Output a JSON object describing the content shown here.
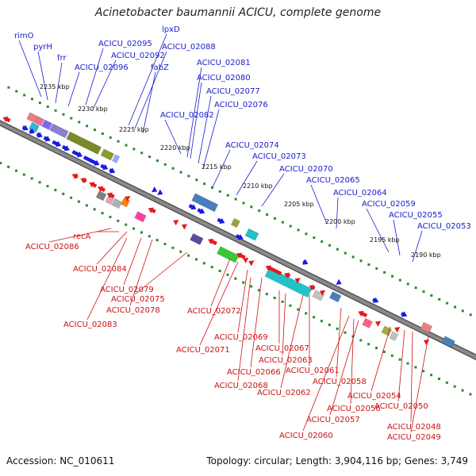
{
  "title": "Acinetobacter baumannii ACICU, complete genome",
  "footer": {
    "accession": "Accession: NC_010611",
    "summary": "Topology: circular; Length: 3,904,116 bp; Genes: 3,749"
  },
  "colors": {
    "top_label": "#1a1acc",
    "bottom_label": "#cc1111",
    "backbone": "#8a8a8a",
    "forward_arrow": "#1a1ae6",
    "reverse_arrow": "#e61a1a",
    "tick_dots": "#2a8a2a"
  },
  "scale_labels": [
    "2235 kbp",
    "2230 kbp",
    "2225 kbp",
    "2220 kbp",
    "2215 kbp",
    "2210 kbp",
    "2205 kbp",
    "2200 kbp",
    "2195 kbp",
    "2190 kbp"
  ],
  "top_genes": [
    "rimO",
    "pyrH",
    "frr",
    "ACICU_02095",
    "ACICU_02092",
    "ACICU_02096",
    "lpxD",
    "ACICU_02088",
    "fabZ",
    "ACICU_02081",
    "ACICU_02080",
    "ACICU_02077",
    "ACICU_02076",
    "ACICU_02082",
    "ACICU_02074",
    "ACICU_02073",
    "ACICU_02070",
    "ACICU_02065",
    "ACICU_02064",
    "ACICU_02059",
    "ACICU_02055",
    "ACICU_02053"
  ],
  "bottom_genes": [
    "ACICU_02086",
    "recA",
    "ACICU_02084",
    "ACICU_02079",
    "ACICU_02078",
    "ACICU_02075",
    "ACICU_02083",
    "ACICU_02072",
    "ACICU_02069",
    "ACICU_02071",
    "ACICU_02067",
    "ACICU_02066",
    "ACICU_02068",
    "ACICU_02063",
    "ACICU_02061",
    "ACICU_02062",
    "ACICU_02058",
    "ACICU_02056",
    "ACICU_02057",
    "ACICU_02060",
    "ACICU_02054",
    "ACICU_02050",
    "ACICU_02048",
    "ACICU_02049"
  ]
}
